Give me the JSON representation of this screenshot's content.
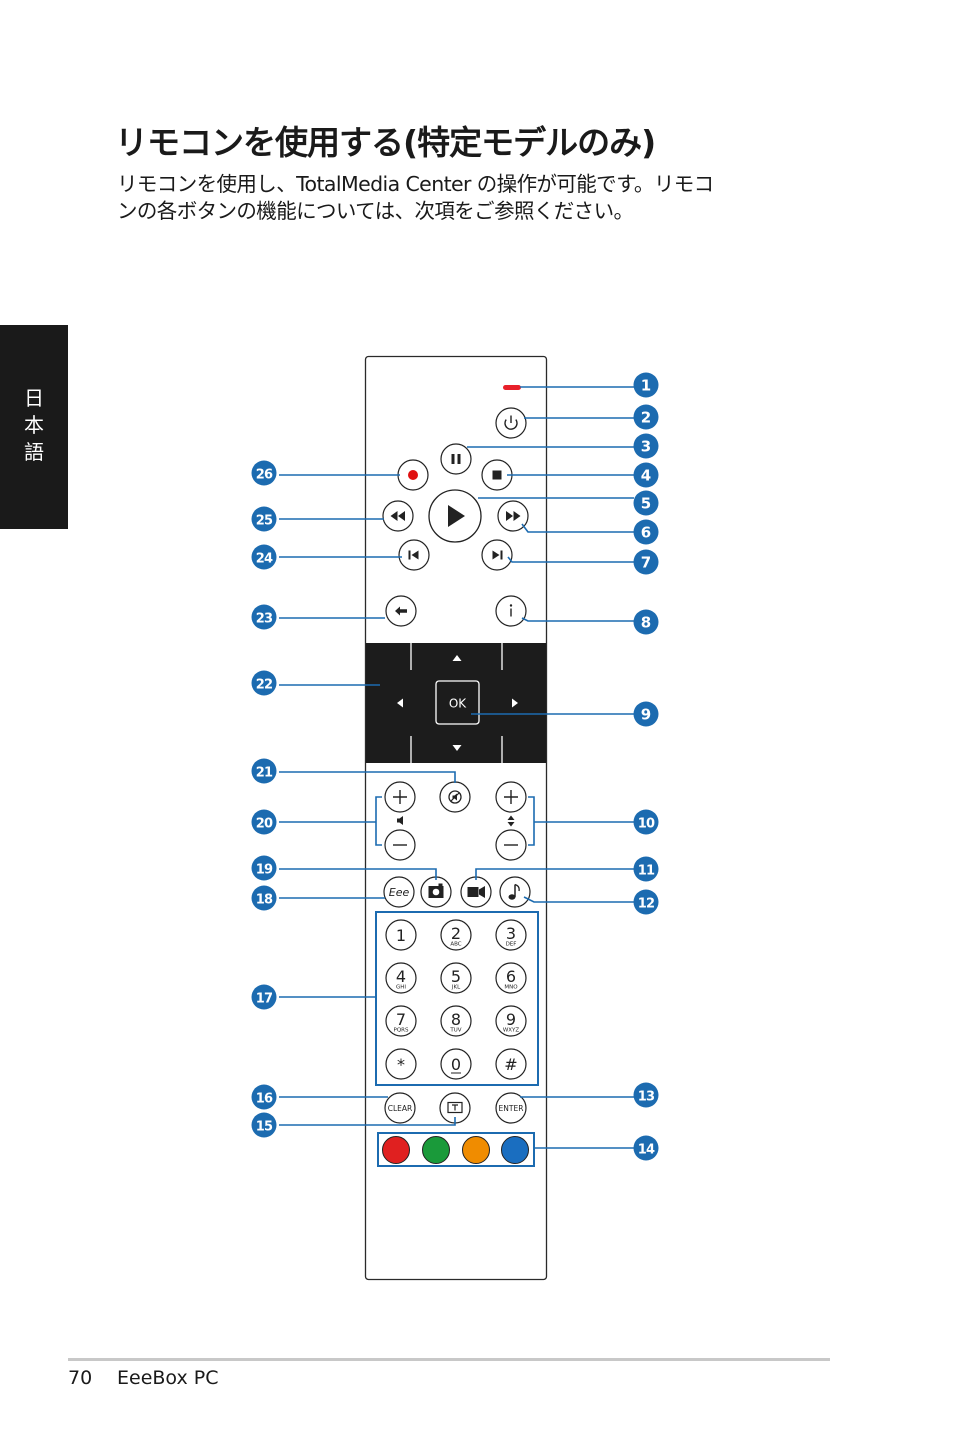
{
  "title": "リモコンを使用する(特定モデルのみ)",
  "intro": {
    "line1": "リモコンを使用し、TotalMedia Center の操作が可能です。リモコ",
    "line2": "ンの各ボタンの機能については、次項をご参照ください。"
  },
  "language_tab": "日本語",
  "remote": {
    "ok_label": "OK",
    "clear_label": "CLEAR",
    "enter_label": "ENTER",
    "keypad": [
      {
        "digit": "1",
        "letters": ""
      },
      {
        "digit": "2",
        "letters": "ABC"
      },
      {
        "digit": "3",
        "letters": "DEF"
      },
      {
        "digit": "4",
        "letters": "GHI"
      },
      {
        "digit": "5",
        "letters": "JKL"
      },
      {
        "digit": "6",
        "letters": "MNO"
      },
      {
        "digit": "7",
        "letters": "PQRS"
      },
      {
        "digit": "8",
        "letters": "TUV"
      },
      {
        "digit": "9",
        "letters": "WXYZ"
      },
      {
        "digit": "*",
        "letters": ""
      },
      {
        "digit": "0",
        "letters": ""
      },
      {
        "digit": "#",
        "letters": ""
      }
    ],
    "color_buttons": [
      "#e02020",
      "#1a9a3a",
      "#f08c00",
      "#1a6ec0"
    ]
  },
  "callouts": [
    "1",
    "2",
    "3",
    "4",
    "5",
    "6",
    "7",
    "8",
    "9",
    "10",
    "11",
    "12",
    "13",
    "14",
    "15",
    "16",
    "17",
    "18",
    "19",
    "20",
    "21",
    "22",
    "23",
    "24",
    "25",
    "26"
  ],
  "colors": {
    "callout_blue": "#1c6bb0",
    "led_red": "#e8202a",
    "record_red": "#e01010",
    "dpad_black": "#1c1c1c"
  },
  "footer": {
    "page_number": "70",
    "product": "EeeBox PC"
  }
}
